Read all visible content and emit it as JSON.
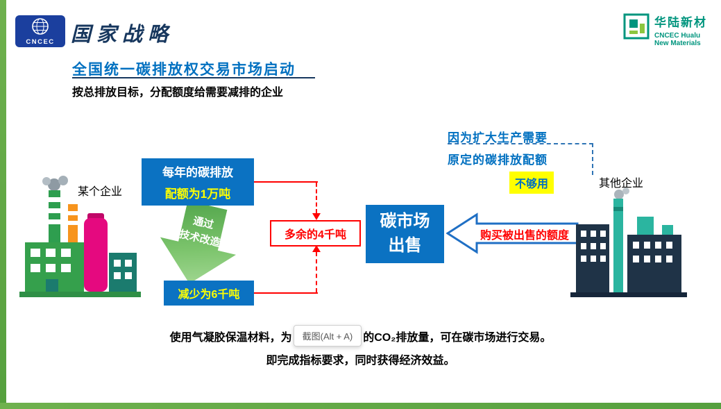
{
  "header": {
    "cncec_logo_text": "CNCEC",
    "strategy_title": "国家战略",
    "hualu_name_cn": "华陆新材",
    "hualu_name_en1": "CNCEC Hualu",
    "hualu_name_en2": "New Materials"
  },
  "slide": {
    "title": "全国统一碳排放权交易市场启动",
    "subtitle": "按总排放目标，分配额度给需要减排的企业"
  },
  "diagram": {
    "left_company": "某个企业",
    "right_company": "其他企业",
    "quota_line1": "每年的碳排放",
    "quota_line2": "配额为1万吨",
    "arrow_line1": "通过",
    "arrow_line2": "技术改造",
    "reduced": "减少为6千吨",
    "surplus": "多余的4千吨",
    "market_line1": "碳市场",
    "market_line2": "出售",
    "buy": "购买被出售的额度",
    "reason1": "因为扩大生产需要",
    "reason2": "原定的碳排放配额",
    "not_enough": "不够用"
  },
  "footer": {
    "line1_prefix": "使用气凝胶保温材料，为",
    "line1_suffix": "的CO₂排放量，可在碳市场进行交易。",
    "line2": "即完成指标要求，同时获得经济效益。"
  },
  "tooltip_label": "截图(Alt + A)",
  "colors": {
    "accent_blue": "#0b72c2",
    "title_blue": "#0070c0",
    "brand_green": "#5ea843",
    "hualu_teal": "#00957e",
    "highlight_yellow": "#ffff00",
    "alert_red": "#ff0000",
    "navy": "#17375e"
  }
}
